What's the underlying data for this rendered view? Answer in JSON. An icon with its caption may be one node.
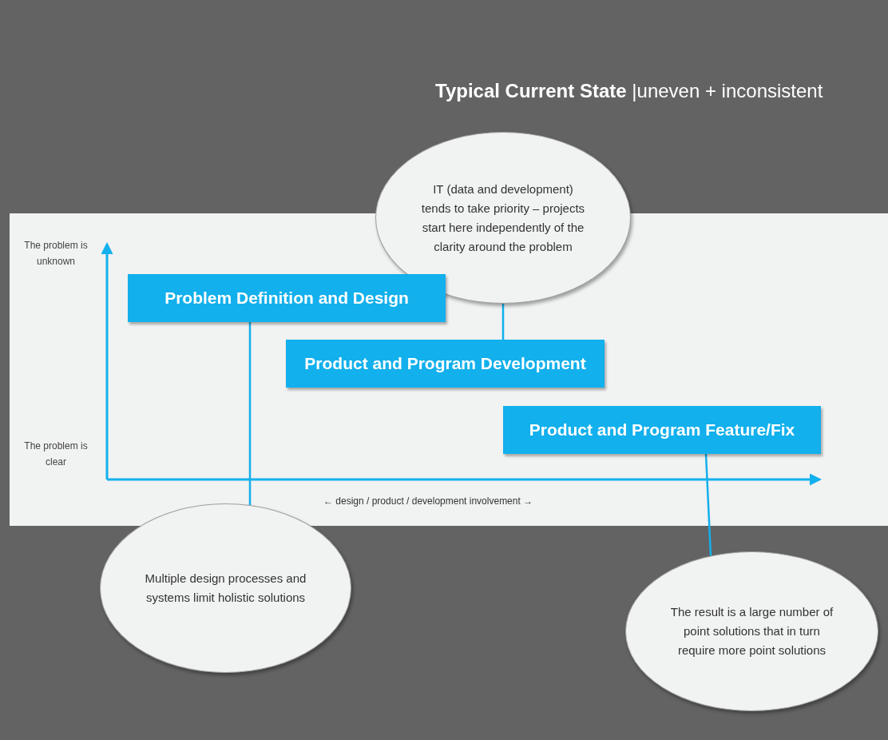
{
  "diagram": {
    "title": "**Typical Current State** |uneven +  inconsistent",
    "nodes": [
      {
        "text": [
          "IT (data and development) tends to take priority – projects start here independently of the clarity around the problem"
        ]
      },
      {
        "text": [
          "Problem Definition and Design"
        ]
      },
      {
        "text": [
          "Product and Program Development"
        ]
      },
      {
        "text": [
          "Product and Program Feature/Fix"
        ]
      },
      {
        "text": [
          "Multiple design processes and systems limit holistic solutions"
        ]
      },
      {
        "text": [
          "The result is a large number of point solutions that in turn require more point solutions"
        ]
      }
    ],
    "edges": [
      {
        "from": 0,
        "to": 2,
        "arrow": "none"
      },
      {
        "from": 1,
        "to": 4,
        "arrow": "none"
      },
      {
        "from": 3,
        "to": 5,
        "arrow": "none"
      }
    ],
    "labels": [
      "The problem is unknown",
      "The problem is clear",
      "← design / product / development involvement →"
    ]
  }
}
